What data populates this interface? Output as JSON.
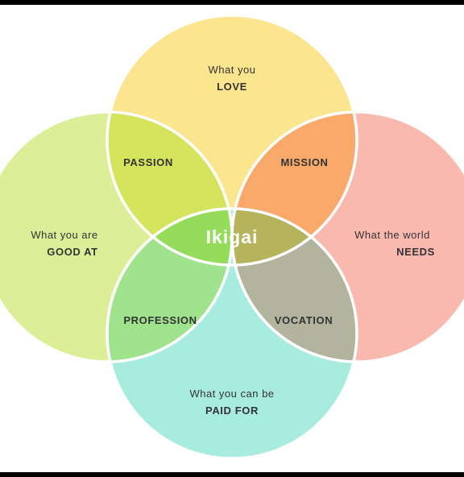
{
  "circles": {
    "love": {
      "line1": "What you",
      "line2": "LOVE",
      "color": "#fbe58e"
    },
    "good_at": {
      "line1": "What you are",
      "line2": "GOOD AT",
      "color": "#dcef98"
    },
    "needs": {
      "line1": "What the world",
      "line2": "NEEDS",
      "color": "#f9b9ae"
    },
    "paid": {
      "line1": "What you can be",
      "line2": "PAID FOR",
      "color": "#a8ece0"
    }
  },
  "overlaps": {
    "passion": {
      "label": "PASSION",
      "color": "#d4e45c"
    },
    "mission": {
      "label": "MISSION",
      "color": "#f9a96a"
    },
    "profession": {
      "label": "PROFESSION",
      "color": "#9fe38c"
    },
    "vocation": {
      "label": "VOCATION",
      "color": "#b3b49d"
    }
  },
  "triples": {
    "top": "#d7ac4a",
    "left": "#95dc5a",
    "right": "#b5b45d",
    "bottom": "#99b56f"
  },
  "center": {
    "label": "Ikigai",
    "color": "#989a3c"
  },
  "stroke_color": "#ffffff"
}
